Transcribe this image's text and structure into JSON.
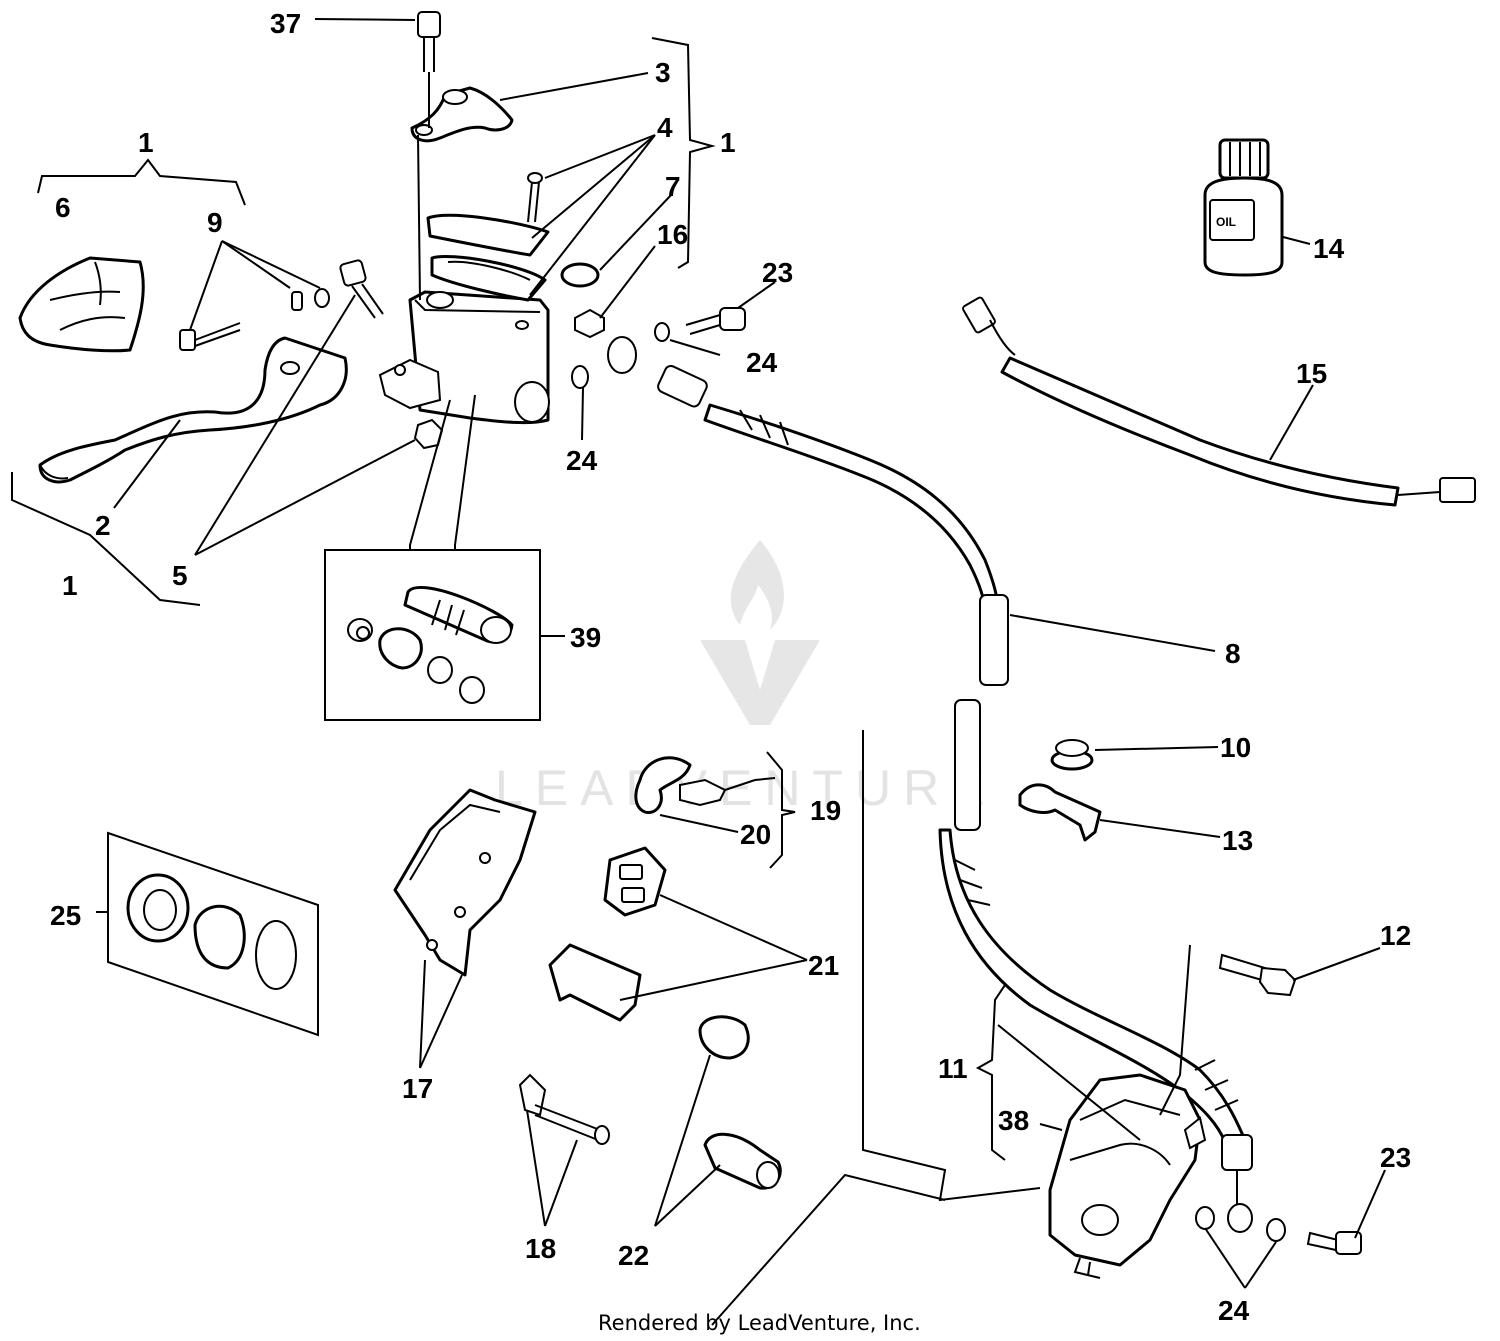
{
  "watermark": {
    "text": "LEADVENTURE",
    "brand": "LeadVenture"
  },
  "footer": {
    "credit": "Rendered by LeadVenture, Inc."
  },
  "bottle_label": "OIL",
  "callouts": {
    "c37": "37",
    "c3": "3",
    "c4": "4",
    "c1_top_right": "1",
    "c7": "7",
    "c16": "16",
    "c1_top_left": "1",
    "c6": "6",
    "c9": "9",
    "c23_top": "23",
    "c24_mid": "24",
    "c24_left": "24",
    "c14": "14",
    "c15": "15",
    "c2": "2",
    "c1_bottom_left": "1",
    "c5": "5",
    "c39": "39",
    "c8": "8",
    "c10": "10",
    "c13": "13",
    "c19": "19",
    "c20": "20",
    "c25": "25",
    "c21": "21",
    "c17": "17",
    "c12": "12",
    "c11": "11",
    "c38": "38",
    "c18": "18",
    "c22": "22",
    "c23_bottom": "23",
    "c24_bottom": "24"
  },
  "colors": {
    "ink": "#000000",
    "paper": "#ffffff",
    "watermark": "#e3e3e3"
  }
}
